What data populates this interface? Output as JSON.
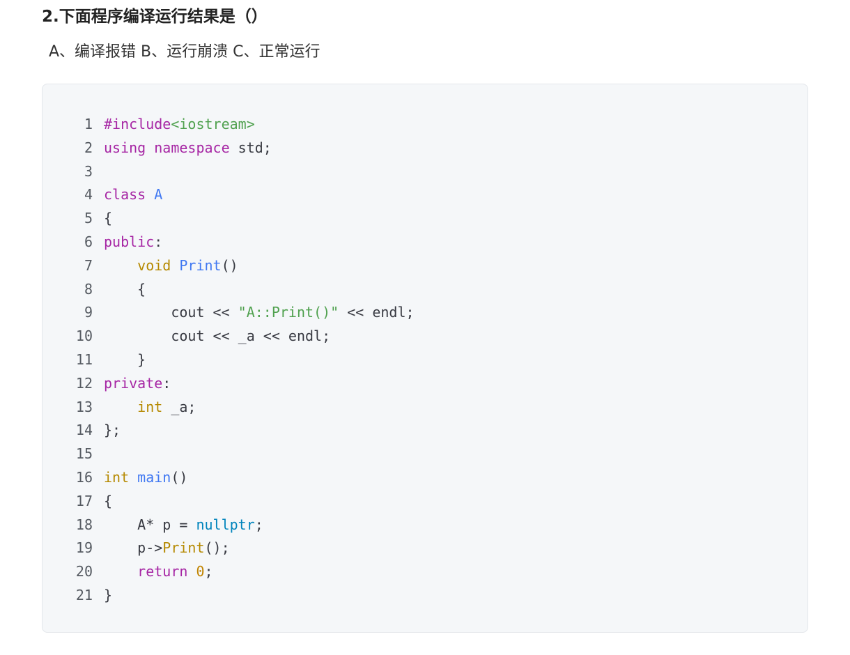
{
  "question": {
    "title": "2.下面程序编译运行结果是（）",
    "options": "A、编译报错  B、运行崩溃  C、正常运行"
  },
  "code": {
    "lines": [
      {
        "n": "1",
        "tokens": [
          {
            "t": "#include",
            "c": "kw"
          },
          {
            "t": "<iostream>",
            "c": "str"
          }
        ]
      },
      {
        "n": "2",
        "tokens": [
          {
            "t": "using",
            "c": "kw"
          },
          {
            "t": " ",
            "c": "pl"
          },
          {
            "t": "namespace",
            "c": "kw"
          },
          {
            "t": " std;",
            "c": "pl"
          }
        ]
      },
      {
        "n": "3",
        "tokens": []
      },
      {
        "n": "4",
        "tokens": [
          {
            "t": "class",
            "c": "kw"
          },
          {
            "t": " ",
            "c": "pl"
          },
          {
            "t": "A",
            "c": "cls"
          }
        ]
      },
      {
        "n": "5",
        "tokens": [
          {
            "t": "{",
            "c": "pl"
          }
        ]
      },
      {
        "n": "6",
        "tokens": [
          {
            "t": "public",
            "c": "kw"
          },
          {
            "t": ":",
            "c": "pl"
          }
        ]
      },
      {
        "n": "7",
        "tokens": [
          {
            "t": "    ",
            "c": "pl"
          },
          {
            "t": "void",
            "c": "typ"
          },
          {
            "t": " ",
            "c": "pl"
          },
          {
            "t": "Print",
            "c": "fn"
          },
          {
            "t": "()",
            "c": "pl"
          }
        ]
      },
      {
        "n": "8",
        "tokens": [
          {
            "t": "    {",
            "c": "pl"
          }
        ]
      },
      {
        "n": "9",
        "tokens": [
          {
            "t": "        cout << ",
            "c": "pl"
          },
          {
            "t": "\"A::Print()\"",
            "c": "str"
          },
          {
            "t": " << endl;",
            "c": "pl"
          }
        ]
      },
      {
        "n": "10",
        "tokens": [
          {
            "t": "        cout << _a << endl;",
            "c": "pl"
          }
        ]
      },
      {
        "n": "11",
        "tokens": [
          {
            "t": "    }",
            "c": "pl"
          }
        ]
      },
      {
        "n": "12",
        "tokens": [
          {
            "t": "private",
            "c": "kw"
          },
          {
            "t": ":",
            "c": "pl"
          }
        ]
      },
      {
        "n": "13",
        "tokens": [
          {
            "t": "    ",
            "c": "pl"
          },
          {
            "t": "int",
            "c": "typ"
          },
          {
            "t": " _a;",
            "c": "pl"
          }
        ]
      },
      {
        "n": "14",
        "tokens": [
          {
            "t": "};",
            "c": "pl"
          }
        ]
      },
      {
        "n": "15",
        "tokens": []
      },
      {
        "n": "16",
        "tokens": [
          {
            "t": "int",
            "c": "typ"
          },
          {
            "t": " ",
            "c": "pl"
          },
          {
            "t": "main",
            "c": "fn"
          },
          {
            "t": "()",
            "c": "pl"
          }
        ]
      },
      {
        "n": "17",
        "tokens": [
          {
            "t": "{",
            "c": "pl"
          }
        ]
      },
      {
        "n": "18",
        "tokens": [
          {
            "t": "    A* p = ",
            "c": "pl"
          },
          {
            "t": "nullptr",
            "c": "lit"
          },
          {
            "t": ";",
            "c": "pl"
          }
        ]
      },
      {
        "n": "19",
        "tokens": [
          {
            "t": "    p->",
            "c": "pl"
          },
          {
            "t": "Print",
            "c": "typ"
          },
          {
            "t": "();",
            "c": "pl"
          }
        ]
      },
      {
        "n": "20",
        "tokens": [
          {
            "t": "    ",
            "c": "pl"
          },
          {
            "t": "return",
            "c": "kw"
          },
          {
            "t": " ",
            "c": "pl"
          },
          {
            "t": "0",
            "c": "num"
          },
          {
            "t": ";",
            "c": "pl"
          }
        ]
      },
      {
        "n": "21",
        "tokens": [
          {
            "t": "}",
            "c": "pl"
          }
        ]
      }
    ]
  }
}
